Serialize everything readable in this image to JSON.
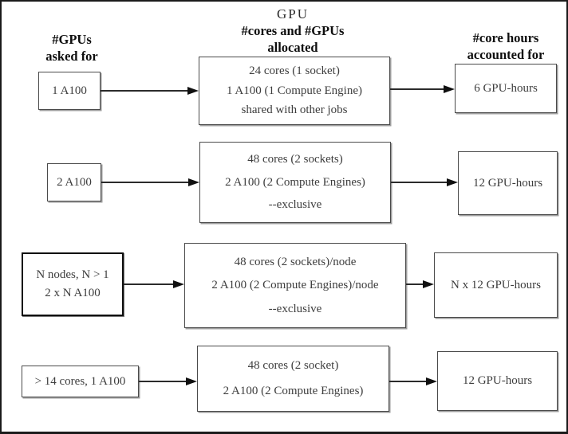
{
  "title": "GPU",
  "columns": {
    "requested": {
      "line1": "#GPUs",
      "line2": "asked for"
    },
    "allocated": {
      "line1": "#cores and #GPUs",
      "line2": "allocated"
    },
    "accounted": {
      "line1": "#core hours",
      "line2": "accounted for"
    }
  },
  "rows": [
    {
      "request": [
        "1 A100"
      ],
      "allocation": [
        "24 cores (1 socket)",
        "1 A100 (1 Compute Engine)",
        "shared with other jobs"
      ],
      "accounting": "6 GPU-hours"
    },
    {
      "request": [
        "2 A100"
      ],
      "allocation": [
        "48 cores (2 sockets)",
        "2 A100 (2 Compute Engines)",
        "--exclusive"
      ],
      "accounting": "12 GPU-hours"
    },
    {
      "request": [
        "N nodes, N > 1",
        "2 x N A100"
      ],
      "allocation": [
        "48 cores (2 sockets)/node",
        "2 A100 (2 Compute Engines)/node",
        "--exclusive"
      ],
      "accounting": "N x 12 GPU-hours"
    },
    {
      "request": [
        "> 14 cores, 1 A100"
      ],
      "allocation": [
        "48 cores (2 socket)",
        "2 A100 (2 Compute Engines)"
      ],
      "accounting": "12 GPU-hours"
    }
  ],
  "colors": {
    "border": "#4a4a4a",
    "text": "#3d3d3d",
    "header_text": "#0e0e0e",
    "arrow": "#101010",
    "background": "#ffffff"
  }
}
